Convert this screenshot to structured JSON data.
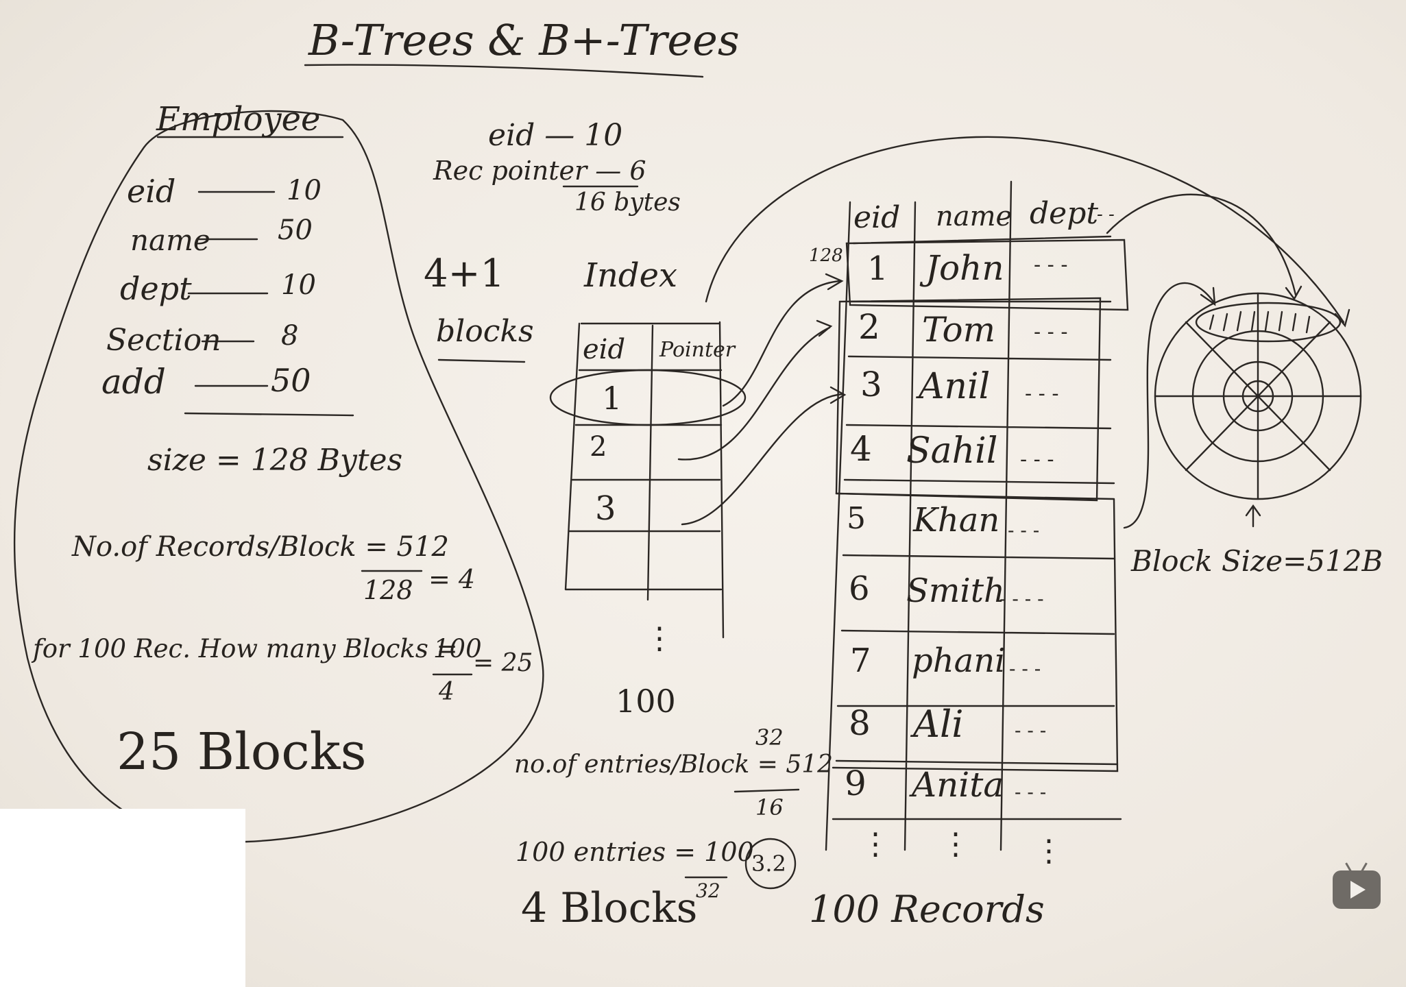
{
  "title": "B-Trees & B+-Trees",
  "employee": {
    "heading": "Employee",
    "fields": [
      {
        "name": "eid",
        "size": "10"
      },
      {
        "name": "name",
        "size": "50"
      },
      {
        "name": "dept",
        "size": "10"
      },
      {
        "name": "Section",
        "size": "8"
      },
      {
        "name": "add",
        "size": "50"
      }
    ],
    "size_line": "size = 128 Bytes",
    "records_per_block": "No.of Records/Block = 512",
    "records_denominator": "128",
    "records_result": "= 4",
    "blocks_for_100": "for 100 Rec. How many Blocks =",
    "blocks_fraction_num": "100",
    "blocks_fraction_den": "4",
    "blocks_result": "= 25",
    "total_blocks": "25 Blocks"
  },
  "index_entry": {
    "eid_line": "eid — 10",
    "pointer_line": "Rec pointer — 6",
    "total": "16 bytes",
    "blocks_note_1": "4+1",
    "blocks_note_2": "blocks"
  },
  "index_table": {
    "title": "Index",
    "headers": [
      "eid",
      "Pointer"
    ],
    "rows": [
      "1",
      "2",
      "3"
    ],
    "dots": "⋮",
    "count": "100"
  },
  "index_calc": {
    "entries_per_block": "no.of entries/Block = 512",
    "entries_result": "32",
    "entries_den": "16",
    "entries_100": "100 entries = 100",
    "entries_100_den": "32",
    "entries_100_result": "3.2",
    "index_blocks": "4 Blocks"
  },
  "record_table": {
    "offset_label": "128",
    "headers": [
      "eid",
      "name",
      "dept"
    ],
    "header_dots": "- -",
    "rows": [
      {
        "eid": "1",
        "name": "John",
        "dept": "- - -"
      },
      {
        "eid": "2",
        "name": "Tom",
        "dept": "- - -"
      },
      {
        "eid": "3",
        "name": "Anil",
        "dept": "- - -"
      },
      {
        "eid": "4",
        "name": "Sahil",
        "dept": "- - -"
      },
      {
        "eid": "5",
        "name": "Khan",
        "dept": "- - -"
      },
      {
        "eid": "6",
        "name": "Smith",
        "dept": "- - - -"
      },
      {
        "eid": "7",
        "name": "phani",
        "dept": "- - -"
      },
      {
        "eid": "8",
        "name": "Ali",
        "dept": "- - -"
      },
      {
        "eid": "9",
        "name": "Anita",
        "dept": "- - -"
      }
    ],
    "dots": "⋮",
    "footer": "100 Records"
  },
  "disk": {
    "block_size": "Block Size=512B"
  },
  "icons": {
    "video": "play-icon"
  }
}
